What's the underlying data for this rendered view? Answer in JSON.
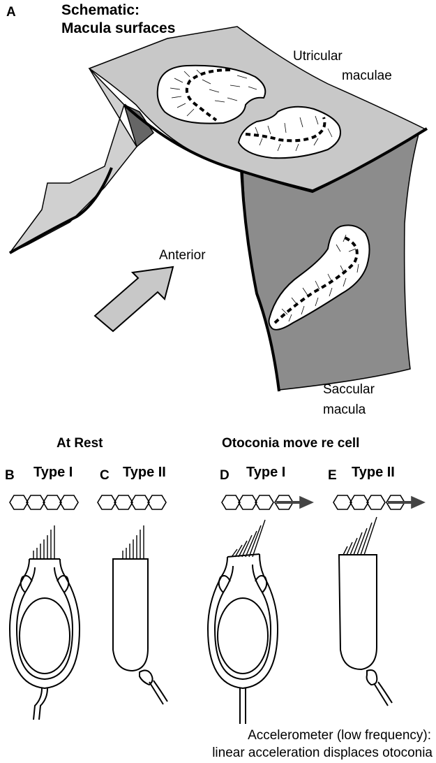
{
  "panel_a": {
    "letter": "A",
    "title_line1": "Schematic:",
    "title_line2": "Macula surfaces",
    "utricular_line1": "Utricular",
    "utricular_line2": "maculae",
    "anterior": "Anterior",
    "saccular_line1": "Saccular",
    "saccular_line2": "macula"
  },
  "headers": {
    "at_rest": "At Rest",
    "otoconia_move": "Otoconia move re cell"
  },
  "panels": [
    {
      "letter": "B",
      "type_label": "Type I"
    },
    {
      "letter": "C",
      "type_label": "Type II"
    },
    {
      "letter": "D",
      "type_label": "Type I"
    },
    {
      "letter": "E",
      "type_label": "Type II"
    }
  ],
  "caption_line1": "Accelerometer (low frequency):",
  "caption_line2": "linear acceleration displaces otoconia",
  "colors": {
    "utricular_surface": "#c8c8c8",
    "saccular_surface": "#8c8c8c",
    "side_flap_light": "#d0d0d0",
    "side_flap_dark": "#666666",
    "arrow_fill": "#c8c8c8",
    "stroke": "#000000"
  }
}
